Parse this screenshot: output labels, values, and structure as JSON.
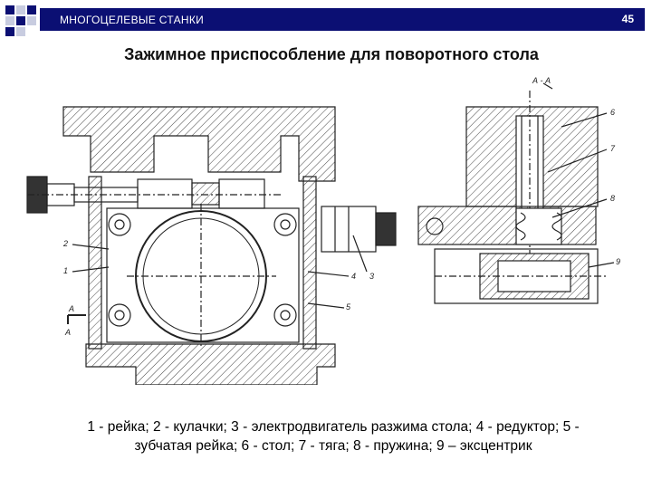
{
  "header": {
    "section_title": "МНОГОЦЕЛЕВЫЕ СТАНКИ",
    "page_number": "45"
  },
  "slide": {
    "title": "Зажимное приспособление для поворотного стола"
  },
  "drawing": {
    "section_mark": "А - А",
    "labels": [
      "1",
      "2",
      "3",
      "4",
      "5",
      "6",
      "7",
      "8",
      "9",
      "А",
      "А"
    ]
  },
  "caption": {
    "line1": "1 - рейка; 2 - кулачки; 3 - электродвигатель разжима стола; 4 - редуктор; 5 -",
    "line2": "зубчатая рейка; 6 - стол; 7 - тяга; 8 - пружина; 9 – эксцентрик"
  },
  "colors": {
    "header_bg": "#0b0f73",
    "square_dark": "#0b0f73",
    "square_light": "#c8cce0"
  }
}
